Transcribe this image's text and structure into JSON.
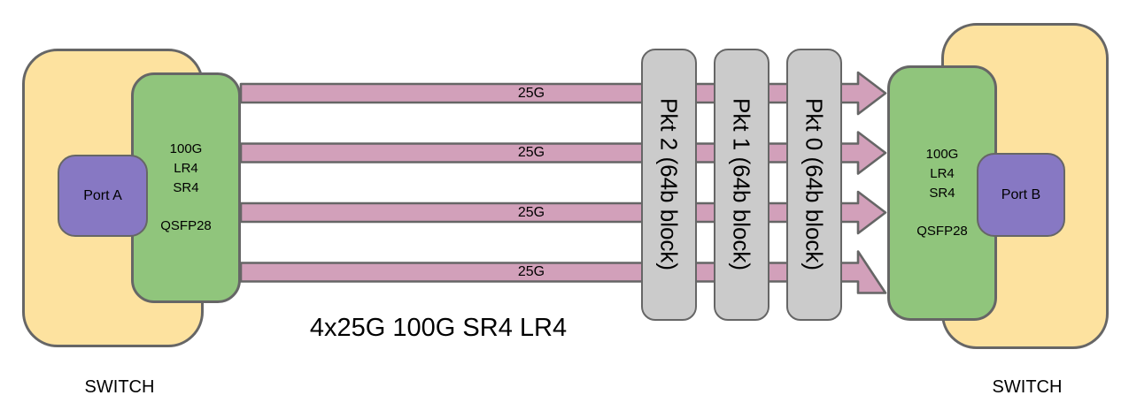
{
  "colors": {
    "canvas-bg": "#ffffff",
    "switch-fill": "#fde29f",
    "transceiver-fill": "#90c57c",
    "port-fill": "#8778c3",
    "lane-fill": "#d2a0ba",
    "packet-fill": "#cbcbcb",
    "shape-border": "#666666",
    "text": "#000000"
  },
  "caption": "4x25G 100G SR4 LR4",
  "left_switch": {
    "label": "SWITCH",
    "port_label": "Port A",
    "transceiver": {
      "line1": "100G",
      "line2": "LR4",
      "line3": "SR4",
      "module": "QSFP28"
    }
  },
  "right_switch": {
    "label": "SWITCH",
    "port_label": "Port B",
    "transceiver": {
      "line1": "100G",
      "line2": "LR4",
      "line3": "SR4",
      "module": "QSFP28"
    }
  },
  "lanes": [
    {
      "label": "25G"
    },
    {
      "label": "25G"
    },
    {
      "label": "25G"
    },
    {
      "label": "25G"
    }
  ],
  "packet_blocks": [
    {
      "label": "Pkt 2 (64b block)"
    },
    {
      "label": "Pkt 1 (64b block)"
    },
    {
      "label": "Pkt 0 (64b block)"
    }
  ]
}
